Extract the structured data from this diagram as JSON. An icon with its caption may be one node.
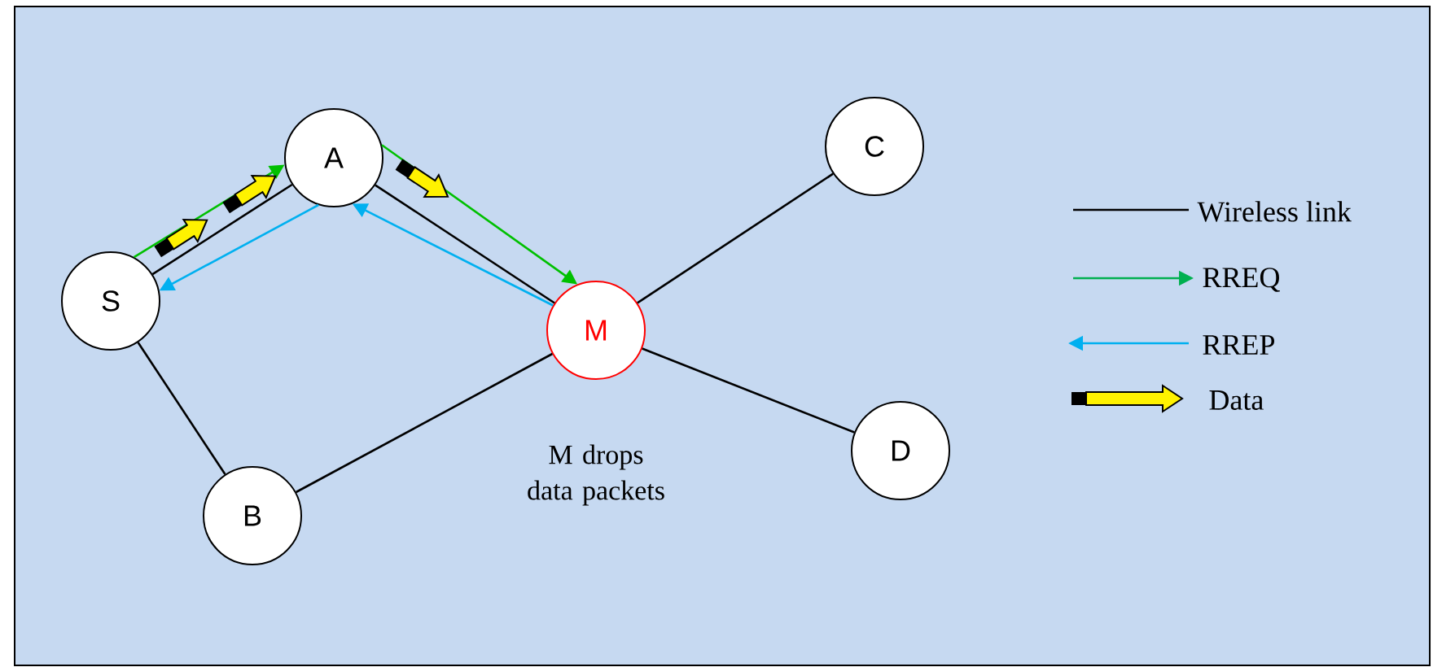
{
  "diagram": {
    "nodes": [
      {
        "text": [
          "S"
        ]
      },
      {
        "text": [
          "A"
        ]
      },
      {
        "text": [
          "C"
        ]
      },
      {
        "text": [
          "M"
        ],
        "beside": [
          "M drops data packets"
        ]
      },
      {
        "text": [
          "D"
        ]
      },
      {
        "text": [
          "B"
        ]
      }
    ],
    "edges": [
      {
        "from": 0,
        "to": 1,
        "arrow": "none"
      },
      {
        "from": 1,
        "to": 3,
        "arrow": "none"
      },
      {
        "from": 3,
        "to": 2,
        "arrow": "none"
      },
      {
        "from": 3,
        "to": 4,
        "arrow": "none"
      },
      {
        "from": 0,
        "to": 5,
        "arrow": "none"
      },
      {
        "from": 5,
        "to": 3,
        "arrow": "none"
      },
      {
        "from": 0,
        "to": 1,
        "arrow": "to",
        "color": "#00c000"
      },
      {
        "from": 1,
        "to": 3,
        "arrow": "to",
        "color": "#00c000"
      },
      {
        "from": 3,
        "to": 1,
        "arrow": "to",
        "color": "#00b0f0"
      },
      {
        "from": 1,
        "to": 0,
        "arrow": "to",
        "color": "#00b0f0"
      }
    ],
    "legend": [
      {
        "text": "Wireless link"
      },
      {
        "text": "RREQ"
      },
      {
        "text": "RREP"
      },
      {
        "text": "Data"
      }
    ]
  }
}
